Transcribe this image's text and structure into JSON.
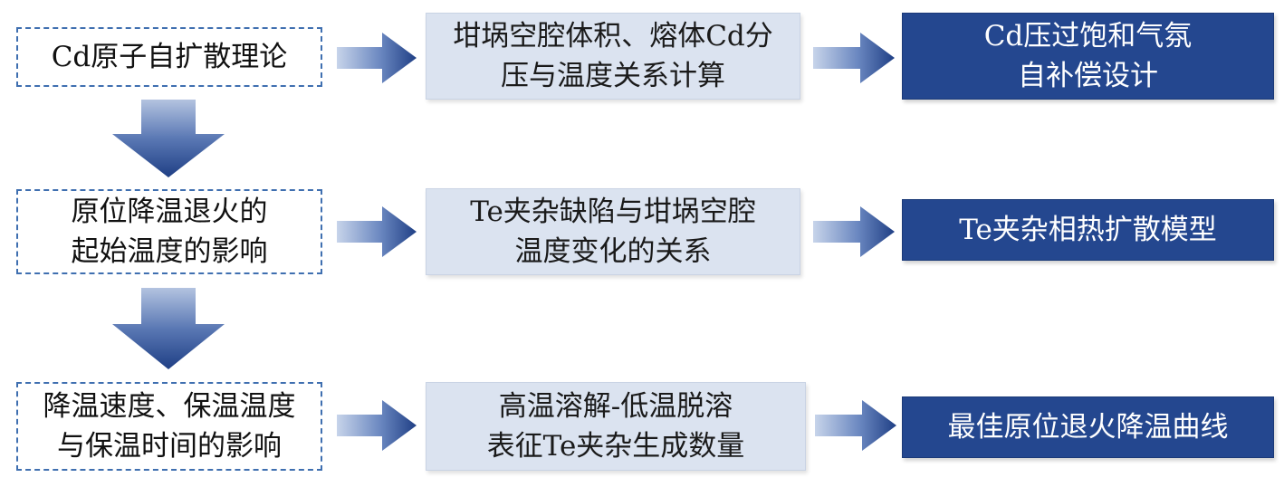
{
  "rows": [
    {
      "left": "Cd原子自扩散理论",
      "middle": "坩埚空腔体积、熔体Cd分\n压与温度关系计算",
      "right": "Cd压过饱和气氛\n自补偿设计"
    },
    {
      "left": "原位降温退火的\n起始温度的影响",
      "middle": "Te夹杂缺陷与坩埚空腔\n温度变化的关系",
      "right": "Te夹杂相热扩散模型"
    },
    {
      "left": "降温速度、保温温度\n与保温时间的影响",
      "middle": "高温溶解-低温脱溶\n表征Te夹杂生成数量",
      "right": "最佳原位退火降温曲线"
    }
  ],
  "colors": {
    "dashed_border": "#3f6fb0",
    "light_box": "#dbe3f0",
    "dark_box": "#24478f",
    "arrow_light": "#b9c9e2",
    "arrow_dark": "#1f3f85"
  }
}
